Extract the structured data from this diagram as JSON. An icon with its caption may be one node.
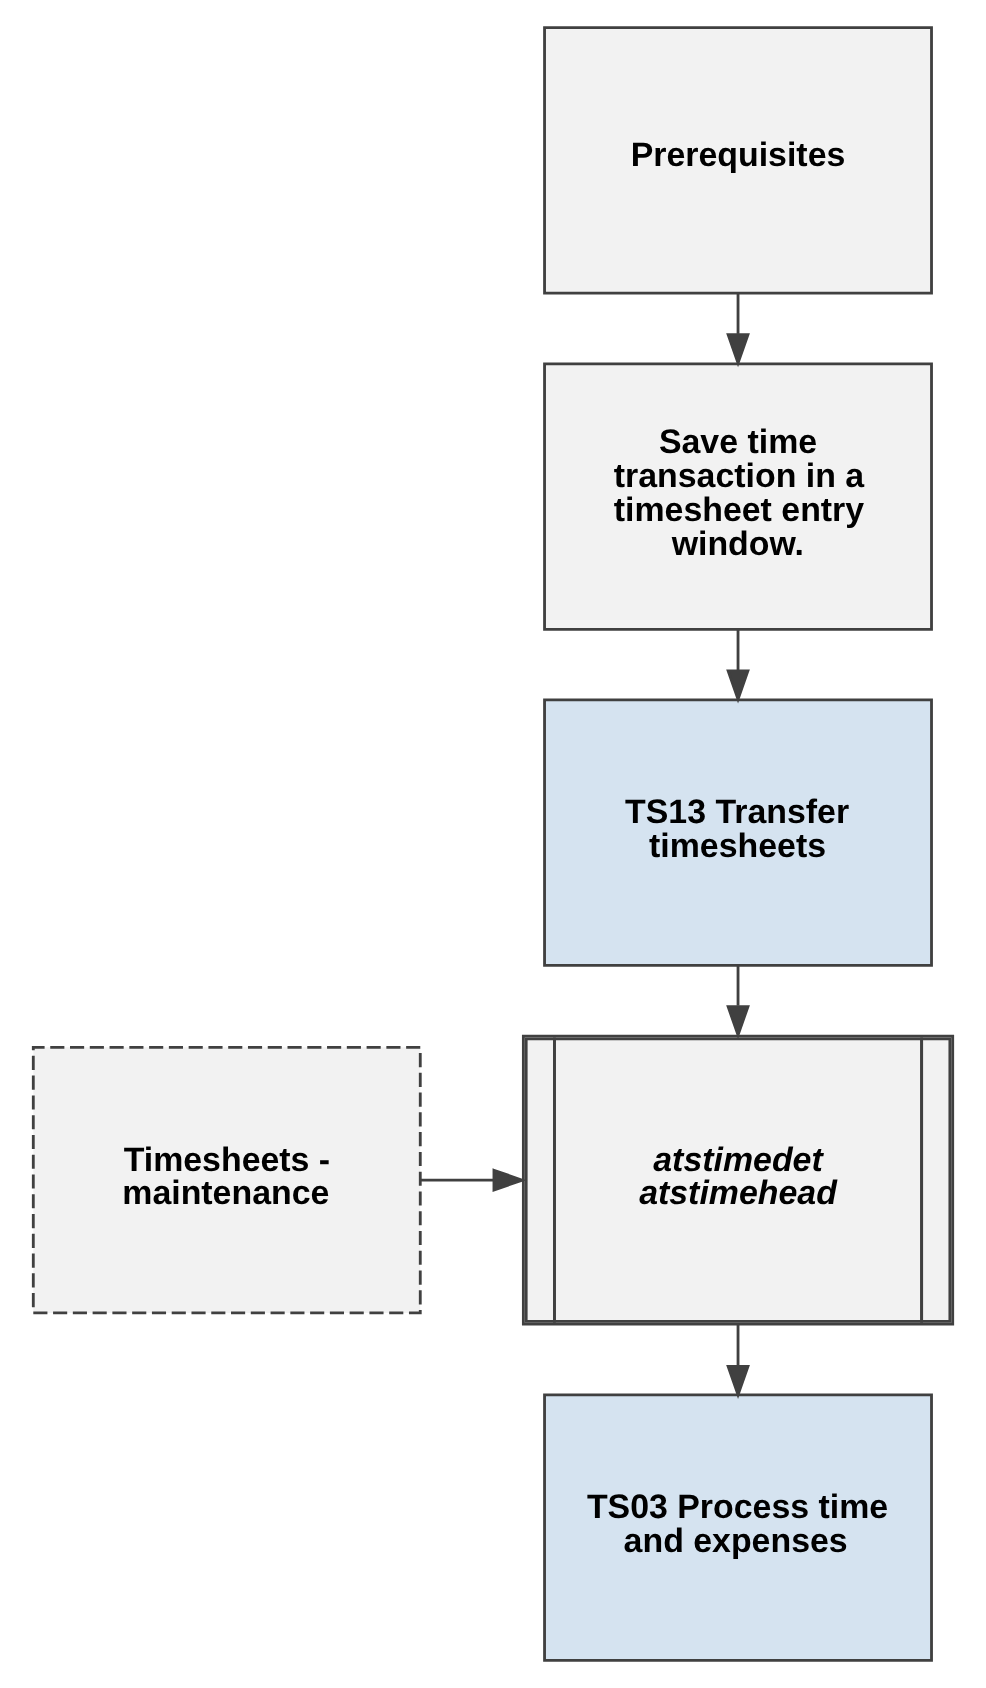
{
  "diagram": {
    "nodes": [
      {
        "text": [
          "Prerequisites"
        ]
      },
      {
        "text": [
          "Save time transaction in a timesheet entry window."
        ]
      },
      {
        "text": [
          "TS13 Transfer timesheets"
        ]
      },
      {
        "text": [
          "Timesheets - maintenance"
        ]
      },
      {
        "text": [
          "atstimedet",
          "atstimehead"
        ]
      },
      {
        "text": [
          "TS03 Process time and expenses"
        ]
      }
    ],
    "edges": [
      {
        "from": 0,
        "to": 1,
        "arrow": "to"
      },
      {
        "from": 1,
        "to": 2,
        "arrow": "to"
      },
      {
        "from": 2,
        "to": 4,
        "arrow": "to"
      },
      {
        "from": 3,
        "to": 4,
        "arrow": "to"
      },
      {
        "from": 4,
        "to": 5,
        "arrow": "to"
      }
    ]
  }
}
